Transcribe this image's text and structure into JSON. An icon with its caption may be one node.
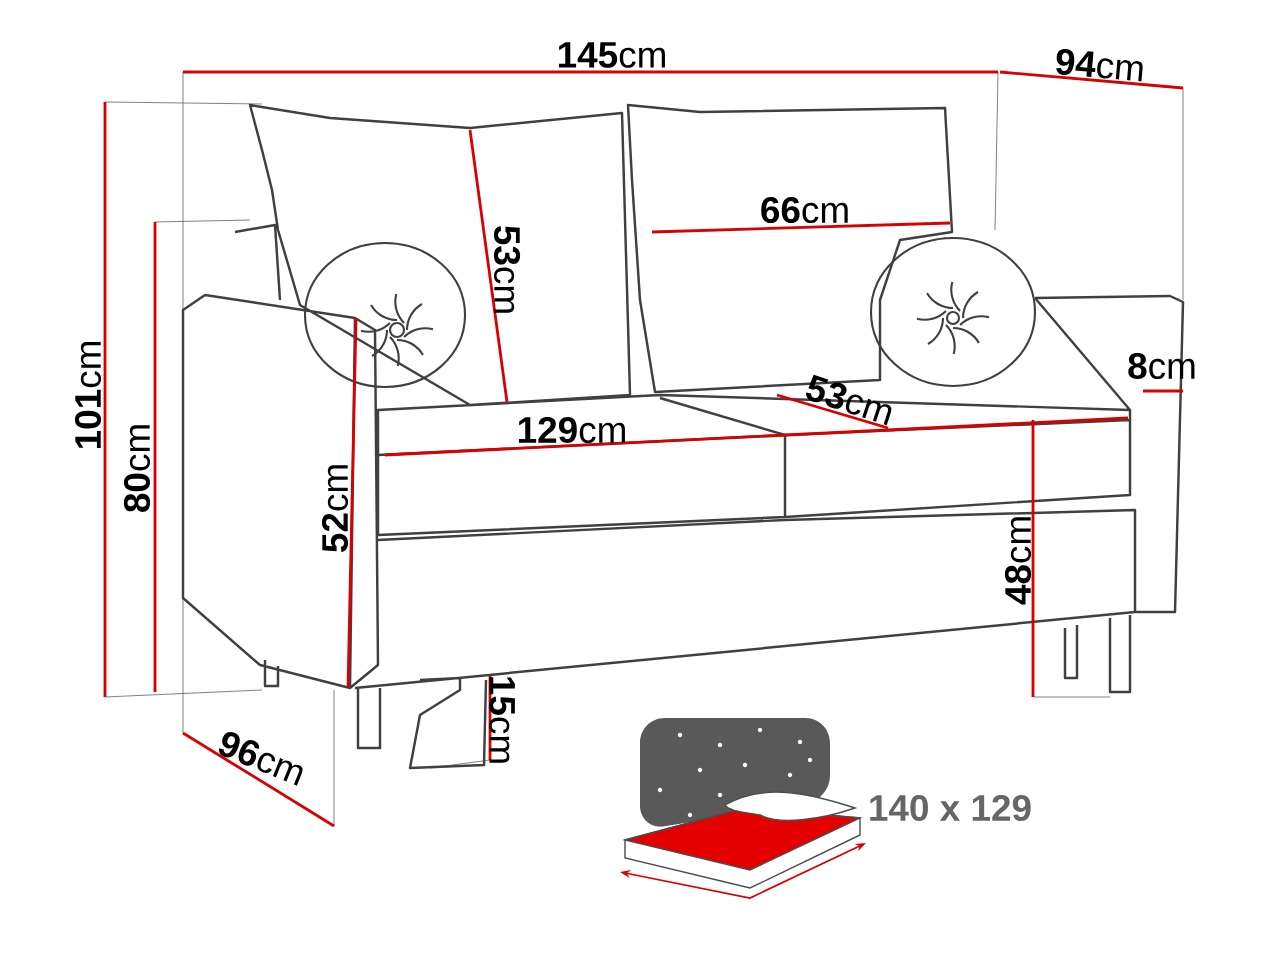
{
  "diagram": {
    "labels": [
      "**145**cm",
      "**94**cm",
      "**66**cm",
      "**53**cm",
      "**101**cm",
      "**8**cm",
      "**53**cm",
      "**129**cm",
      "**80**cm",
      "**52**cm",
      "**48**cm",
      "**15**cm",
      "**96**cm",
      "140 x 129"
    ]
  }
}
